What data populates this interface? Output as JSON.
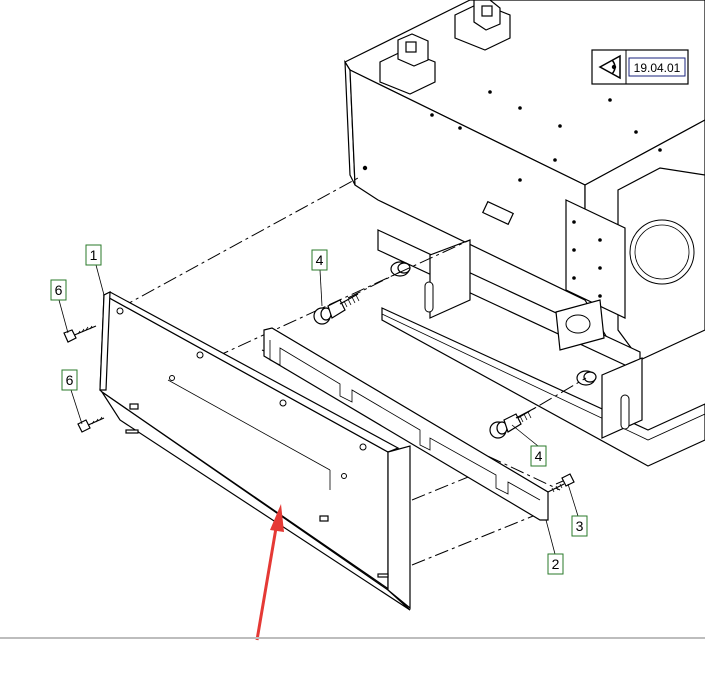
{
  "view_reference": {
    "label": "19.04.01",
    "icon": "eye-view-icon"
  },
  "callouts": [
    {
      "id": "callout-1",
      "label": "1"
    },
    {
      "id": "callout-2",
      "label": "2"
    },
    {
      "id": "callout-3",
      "label": "3"
    },
    {
      "id": "callout-4a",
      "label": "4"
    },
    {
      "id": "callout-4b",
      "label": "4"
    },
    {
      "id": "callout-6a",
      "label": "6"
    },
    {
      "id": "callout-6b",
      "label": "6"
    }
  ],
  "colors": {
    "callout_border": "#2a7a2a",
    "highlight_arrow": "#e53935",
    "line": "#000000",
    "view_box_border": "#1a237e"
  }
}
